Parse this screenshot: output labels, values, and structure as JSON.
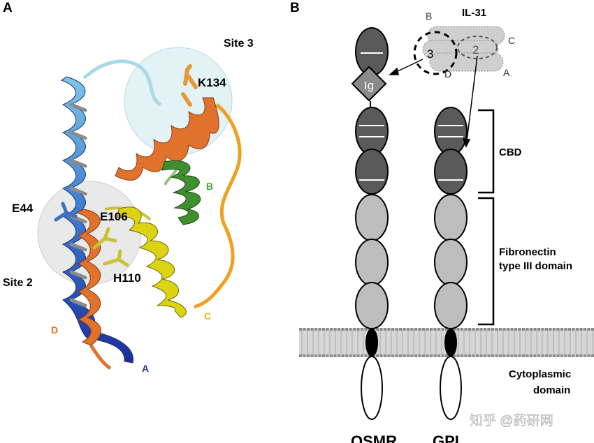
{
  "panelA": {
    "letter": "A",
    "sites": {
      "site3": "Site 3",
      "site2": "Site 2"
    },
    "residues": {
      "k134": "K134",
      "e44": "E44",
      "e106": "E106",
      "h110": "H110"
    },
    "helices": {
      "a": "A",
      "b": "B",
      "c": "C",
      "d": "D"
    }
  },
  "panelB": {
    "letter": "B",
    "ligand": {
      "name": "IL-31",
      "helix_labels": {
        "a": "A",
        "b": "B",
        "c": "C",
        "d": "D"
      },
      "site_numbers": {
        "s3": "3",
        "s2": "2"
      }
    },
    "ig_label": "Ig",
    "brackets": {
      "cbd": "CBD",
      "fn3_line1": "Fibronectin",
      "fn3_line2": "type III domain",
      "cyto_line1": "Cytoplasmic",
      "cyto_line2": "domain"
    },
    "receptors": {
      "osmr": "OSMR",
      "gpl": "GPL"
    }
  },
  "watermark": "知乎 @药研网",
  "colors": {
    "dark_domain": "#5a5a5a",
    "light_domain": "#bdbdbd",
    "membrane": "#9a9a9a",
    "ligand": "#cfcfcf",
    "helix_blue": "#2f5fb8",
    "helix_light_blue": "#6fb6d9",
    "helix_orange": "#e0722e",
    "helix_green": "#3f8f2f",
    "helix_yellow": "#dcd312",
    "loop_orange": "#f0a020",
    "label_green": "#3aaa2a",
    "label_orange": "#e87020",
    "label_yellow": "#e0c010",
    "label_blue": "#2a3aa0"
  }
}
